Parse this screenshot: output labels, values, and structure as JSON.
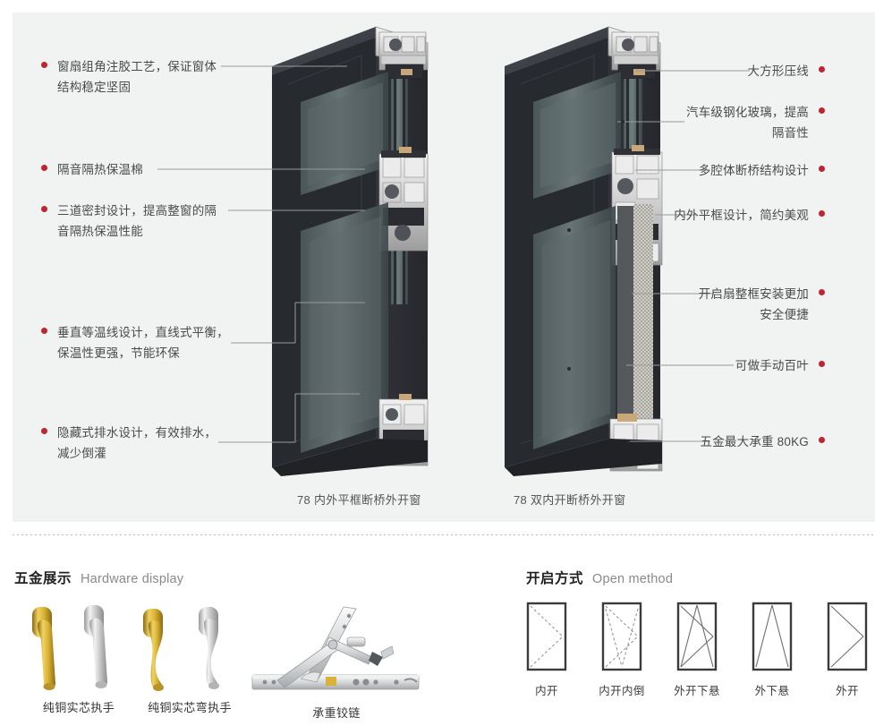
{
  "theme": {
    "panel_bg": "#f1f2f2",
    "page_bg": "#ffffff",
    "bullet_color": "#bf2430",
    "leader_color": "#9a9a9a",
    "text_color": "#4a4a4a"
  },
  "top_section": {
    "left_callouts": [
      {
        "text": "窗扇组角注胶工艺，保证窗体\n结构稳定坚固"
      },
      {
        "text": "隔音隔热保温棉"
      },
      {
        "text": "三道密封设计，提高整窗的隔\n音隔热保温性能"
      },
      {
        "text": "垂直等温线设计，直线式平衡，\n保温性更强，节能环保"
      },
      {
        "text": "隐藏式排水设计，有效排水，\n减少倒灌"
      }
    ],
    "right_callouts": [
      {
        "text": "大方形压线"
      },
      {
        "text": "汽车级钢化玻璃，提高\n隔音性"
      },
      {
        "text": "多腔体断桥结构设计"
      },
      {
        "text": "内外平框设计，简约美观"
      },
      {
        "text": "开启扇整框安装更加\n安全便捷"
      },
      {
        "text": "可做手动百叶"
      },
      {
        "text": "五金最大承重 80KG"
      }
    ],
    "captions": [
      {
        "text": "78 内外平框断桥外开窗"
      },
      {
        "text": "78 双内开断桥外开窗"
      }
    ]
  },
  "hardware_section": {
    "heading_cn": "五金展示",
    "heading_en": "Hardware display",
    "items": [
      {
        "label": "纯铜实芯执手",
        "icon": "window-handle-pair-icon"
      },
      {
        "label": "纯铜实芯弯执手",
        "icon": "window-curved-handle-pair-icon"
      },
      {
        "label": "承重铰链",
        "icon": "load-bearing-hinge-icon"
      }
    ]
  },
  "open_method_section": {
    "heading_cn": "开启方式",
    "heading_en": "Open method",
    "items": [
      {
        "label": "内开",
        "diagram": "inward-casement-icon"
      },
      {
        "label": "内开内倒",
        "diagram": "tilt-and-turn-icon"
      },
      {
        "label": "外开下悬",
        "diagram": "outward-bottom-hung-icon"
      },
      {
        "label": "外下悬",
        "diagram": "bottom-hung-icon"
      },
      {
        "label": "外开",
        "diagram": "outward-casement-icon"
      }
    ]
  }
}
